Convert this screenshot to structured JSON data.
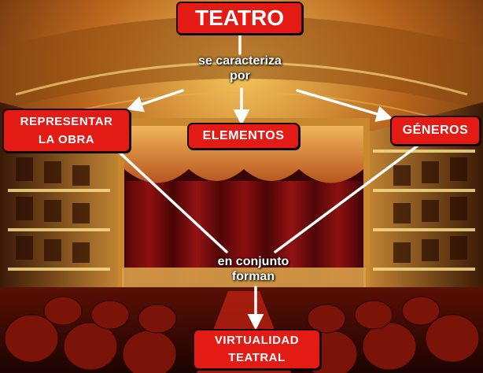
{
  "diagram": {
    "title": "TEATRO",
    "link_top": "se caracteriza\npor",
    "nodes": {
      "representar": "REPRESENTAR\nLA OBRA",
      "elementos": "ELEMENTOS",
      "generos": "GÉNEROS",
      "virtualidad": "VIRTUALIDAD\nTEATRAL"
    },
    "link_bottom": "en conjunto\nforman"
  },
  "colors": {
    "box_fill": "#e31b14",
    "arrow": "#ffffff",
    "text": "#ffffff"
  }
}
